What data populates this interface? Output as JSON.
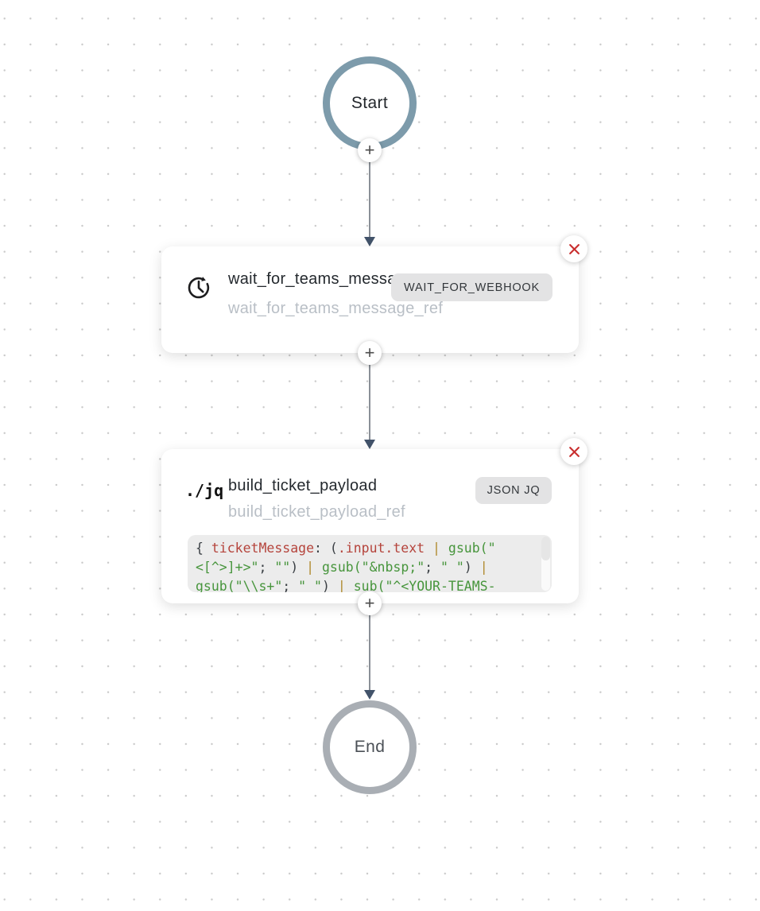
{
  "colors": {
    "start_ring": "#7d9bab",
    "end_ring": "#a9aeb4",
    "edge_line": "#8a9097",
    "edge_arrow": "#42536a",
    "badge_bg": "#e3e3e4",
    "close_x": "#c92f2f",
    "title_text": "#24292e",
    "ref_text": "#b9bfc6",
    "code_bg": "#ececec",
    "token_plain": "#3a3f44",
    "token_red": "#b5443c",
    "token_green": "#47953c",
    "token_pipe": "#b08a2e"
  },
  "start_node": {
    "label": "Start"
  },
  "end_node": {
    "label": "End"
  },
  "plus_button": {
    "label": "+"
  },
  "tasks": [
    {
      "icon": "clock-history-icon",
      "title": "wait_for_teams_message",
      "ref": "wait_for_teams_message_ref",
      "badge": "WAIT_FOR_WEBHOOK"
    },
    {
      "icon": "jq-text-icon",
      "icon_text": "./jq",
      "title": "build_ticket_payload",
      "ref": "build_ticket_payload_ref",
      "badge": "JSON JQ",
      "code_lines": [
        [
          {
            "t": "{ ",
            "c": "plain"
          },
          {
            "t": "ticketMessage",
            "c": "red"
          },
          {
            "t": ": (",
            "c": "plain"
          },
          {
            "t": ".input.text",
            "c": "red"
          },
          {
            "t": " ",
            "c": "plain"
          },
          {
            "t": "|",
            "c": "pipe"
          },
          {
            "t": " ",
            "c": "plain"
          },
          {
            "t": "gsub(\"",
            "c": "green"
          }
        ],
        [
          {
            "t": "<[^>]+>\"",
            "c": "green"
          },
          {
            "t": "; ",
            "c": "plain"
          },
          {
            "t": "\"\"",
            "c": "green"
          },
          {
            "t": ") ",
            "c": "plain"
          },
          {
            "t": "|",
            "c": "pipe"
          },
          {
            "t": " ",
            "c": "plain"
          },
          {
            "t": "gsub(\"&nbsp;\"",
            "c": "green"
          },
          {
            "t": "; ",
            "c": "plain"
          },
          {
            "t": "\" \"",
            "c": "green"
          },
          {
            "t": ") ",
            "c": "plain"
          },
          {
            "t": "|",
            "c": "pipe"
          }
        ],
        [
          {
            "t": "gsub(\"\\\\s+\"",
            "c": "green"
          },
          {
            "t": "; ",
            "c": "plain"
          },
          {
            "t": "\" \"",
            "c": "green"
          },
          {
            "t": ") ",
            "c": "plain"
          },
          {
            "t": "|",
            "c": "pipe"
          },
          {
            "t": " ",
            "c": "plain"
          },
          {
            "t": "sub(\"^<YOUR-TEAMS-",
            "c": "green"
          }
        ]
      ]
    }
  ]
}
